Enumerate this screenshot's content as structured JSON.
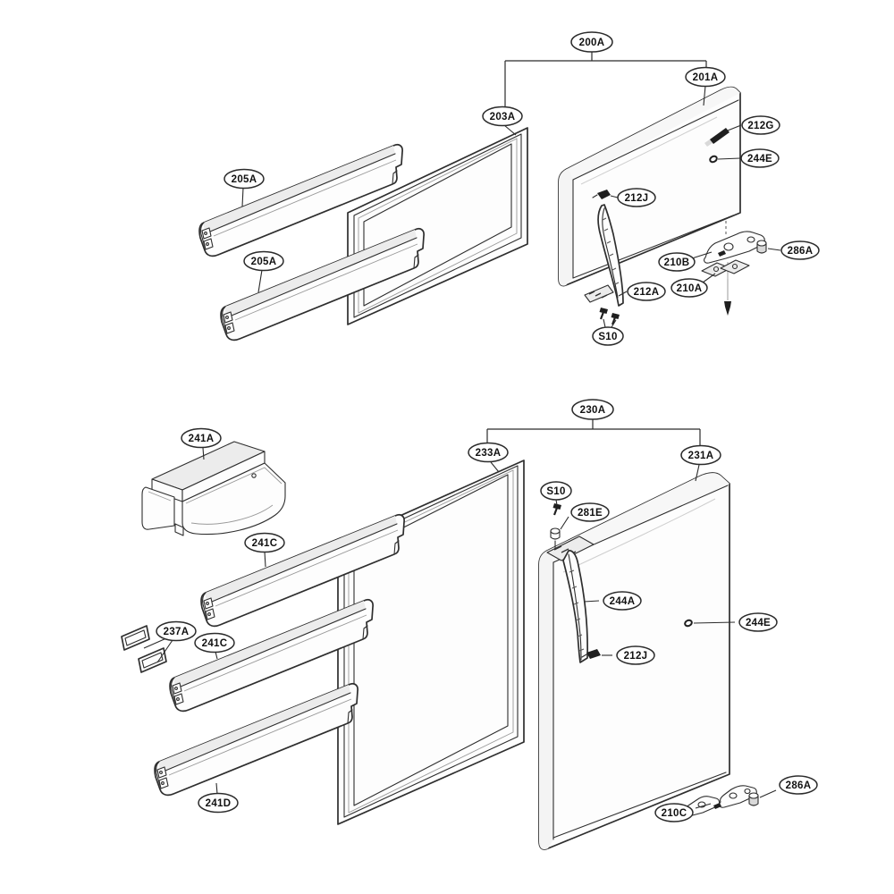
{
  "diagram": {
    "kind": "exploded-parts-diagram",
    "colors": {
      "background": "#ffffff",
      "line": "#2e2e2e",
      "light_line": "#9a9a9a",
      "dark_part": "#1f1f1f",
      "shade": "#f4f4f4"
    },
    "callouts": {
      "top_200A": "200A",
      "top_201A": "201A",
      "top_203A": "203A",
      "top_205A_1": "205A",
      "top_205A_2": "205A",
      "top_212G": "212G",
      "top_244E": "244E",
      "top_212J": "212J",
      "top_212A": "212A",
      "top_210B": "210B",
      "top_210A": "210A",
      "top_286A": "286A",
      "top_S10": "S10",
      "bot_230A": "230A",
      "bot_233A": "233A",
      "bot_231A": "231A",
      "bot_241A": "241A",
      "bot_241C_1": "241C",
      "bot_237A": "237A",
      "bot_241C_2": "241C",
      "bot_241D": "241D",
      "bot_S10": "S10",
      "bot_281E": "281E",
      "bot_244A": "244A",
      "bot_212J": "212J",
      "bot_244E": "244E",
      "bot_210C": "210C",
      "bot_286A": "286A"
    }
  }
}
